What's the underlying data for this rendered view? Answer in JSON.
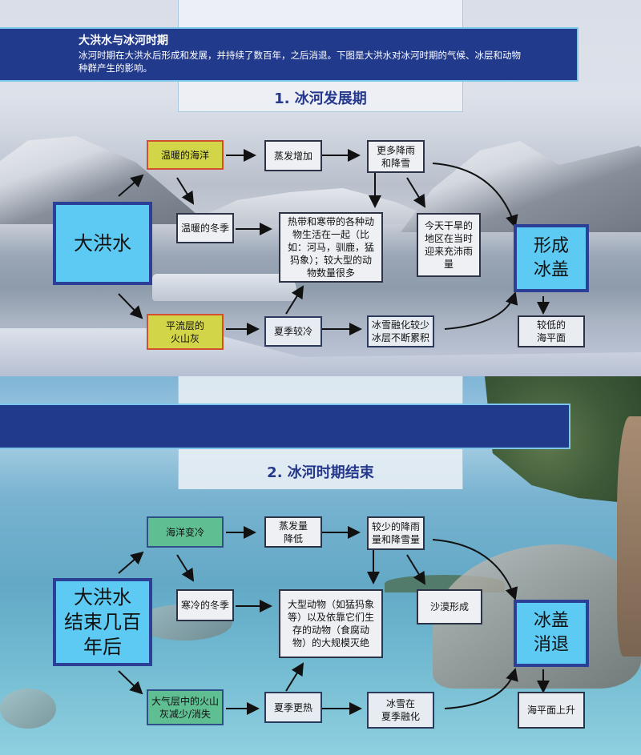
{
  "intro": {
    "title": "大洪水与冰河时期",
    "text": "冰河时期在大洪水后形成和发展，并持续了数百年，之后消退。下图是大洪水对冰河时期的气候、冰层和动物种群产生的影响。"
  },
  "section1": {
    "title": "1. 冰河发展期",
    "boxes": {
      "flood": "大洪水",
      "warm_ocean": "温暖的海洋",
      "evaporation": "蒸发增加",
      "more_precip": "更多降雨\n和降雪",
      "warm_winter": "温暖的冬季",
      "animals": "热带和寒带的各种动物生活在一起（比如：河马，驯鹿，猛犸象）；较大型的动物数量很多",
      "dry_regions": "今天干旱的地区在当时迎来充沛雨量",
      "ice_sheet": "形成\n冰盖",
      "volcanic_ash": "平流层的\n火山灰",
      "cool_summer": "夏季较冷",
      "ice_accumulates": "冰雪融化较少\n冰层不断累积",
      "low_sea": "较低的\n海平面"
    }
  },
  "section2": {
    "title": "2. 冰河时期结束",
    "boxes": {
      "after_flood": "大洪水\n结束几百\n年后",
      "ocean_cools": "海洋变冷",
      "evap_lower": "蒸发量\n降低",
      "less_precip": "较少的降雨\n量和降雪量",
      "cold_winter": "寒冷的冬季",
      "extinction": "大型动物（如猛犸象等）以及依靠它们生存的动物（食腐动物）的大规模灭绝",
      "desert": "沙漠形成",
      "ice_retreat": "冰盖\n消退",
      "ash_reduced": "大气层中的火山\n灰减少/消失",
      "hot_summer": "夏季更热",
      "ice_melts": "冰雪在\n夏季融化",
      "sea_rise": "海平面上升"
    }
  },
  "colors": {
    "band_blue": "#223a8c",
    "band_border": "#7cc6ea",
    "title_blue": "#25388c",
    "main_box_fill": "#5ccaf3",
    "main_box_border": "#2b3f97",
    "yellow_box_fill": "#d2d548",
    "yellow_box_border": "#d2502e",
    "green_box_fill": "#5fbf92"
  }
}
